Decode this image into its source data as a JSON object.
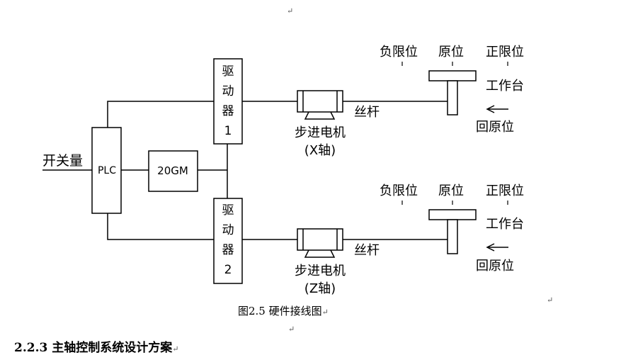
{
  "diagram": {
    "switch_input": "开关量",
    "plc": "PLC",
    "timer": "20GM",
    "driver1": [
      "驱",
      "动",
      "器",
      "1"
    ],
    "driver2": [
      "驱",
      "动",
      "器",
      "2"
    ],
    "motor_x": {
      "line1": "步进电机",
      "line2": "(X轴)"
    },
    "motor_z": {
      "line1": "步进电机",
      "line2": "(Z轴)"
    },
    "screw": "丝杆",
    "neg_limit": "负限位",
    "origin": "原位",
    "pos_limit": "正限位",
    "worktable": "工作台",
    "return_origin": "回原位"
  },
  "caption": "图2.5  硬件接线图",
  "heading": "2.2.3  主轴控制系统设计方案",
  "paragraph_mark": "↵"
}
